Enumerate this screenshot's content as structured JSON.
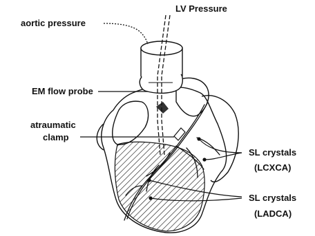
{
  "labels": {
    "aortic_pressure": "aortic pressure",
    "lv_pressure": "LV Pressure",
    "em_flow_probe": "EM flow probe",
    "atraumatic_line1": "atraumatic",
    "atraumatic_line2": "clamp",
    "sl_lcxca_line1": "SL crystals",
    "sl_lcxca_line2": "(LCXCA)",
    "sl_ladca_line1": "SL crystals",
    "sl_ladca_line2": "(LADCA)"
  },
  "colors": {
    "ink": "#111111",
    "background": "#ffffff"
  }
}
